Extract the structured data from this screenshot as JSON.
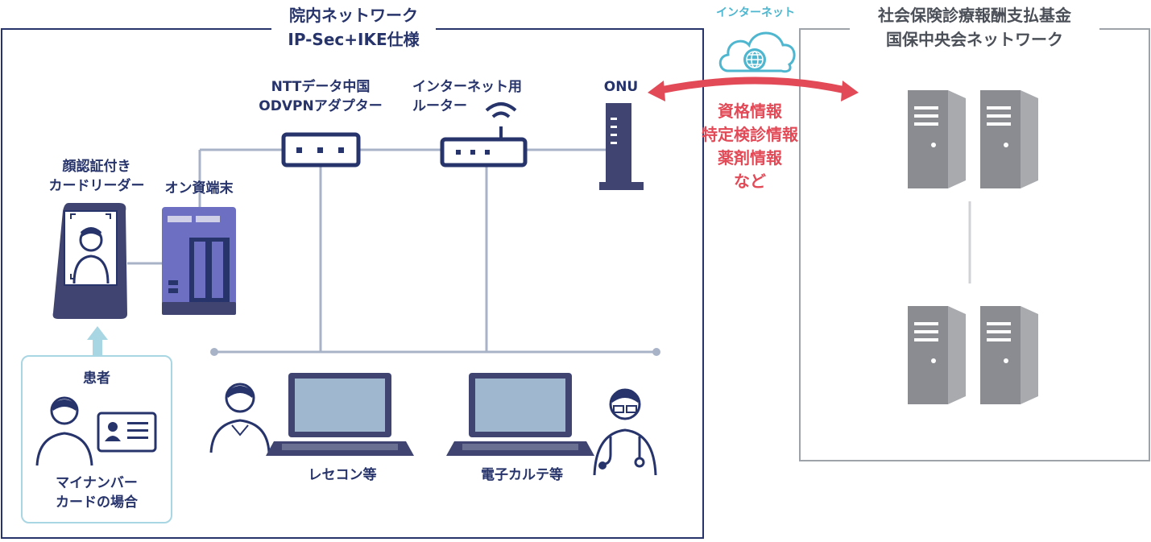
{
  "network_main": {
    "title_line1": "院内ネットワーク",
    "title_line2": "IP-Sec+IKE仕様"
  },
  "network_right": {
    "title_line1": "社会保険診療報酬支払基金",
    "title_line2": "国保中央会ネットワーク"
  },
  "internet_label": "インターネット",
  "adapter": {
    "line1": "NTTデータ中国",
    "line2": "ODVPNアダプター"
  },
  "router": {
    "line1": "インターネット用",
    "line2": "ルーター"
  },
  "onu": "ONU",
  "face_reader": {
    "line1": "顔認証付き",
    "line2": "カードリーダー"
  },
  "terminal": "オン資端末",
  "patient": {
    "title": "患者",
    "line1": "マイナンバー",
    "line2": "カードの場合"
  },
  "receipt": "レセコン等",
  "karte": "電子カルテ等",
  "data_flow": [
    "資格情報",
    "特定検診情報",
    "薬剤情報",
    "など"
  ],
  "colors": {
    "navy": "#27346b",
    "line": "#a8b3c8",
    "red": "#e24a57",
    "cyan": "#4fb6cf",
    "gray": "#9ea3a9",
    "purple": "#6c6fc2"
  },
  "icons": [
    "cloud-globe-icon",
    "vpn-adapter-icon",
    "wifi-router-icon",
    "onu-icon",
    "face-reader-icon",
    "terminal-icon",
    "person-icon",
    "id-card-icon",
    "laptop-icon",
    "doctor-icon",
    "server-icon"
  ]
}
